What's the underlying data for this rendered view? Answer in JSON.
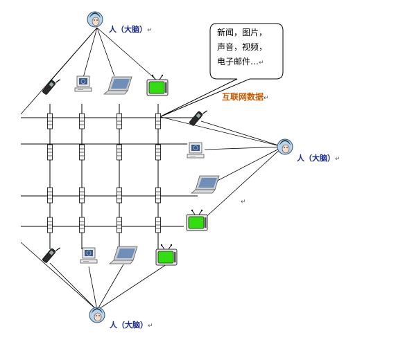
{
  "people": {
    "label": "人（大脑）",
    "return_mark": "↵"
  },
  "bubble": {
    "lines": [
      "新闻，图片，",
      "声音，视频，",
      "电子邮件…"
    ],
    "return_mark": "↵"
  },
  "internet_label": "互联网数据",
  "internet_return_mark": "↵",
  "stray_mark": "↵",
  "colors": {
    "person_label": "#1a2a8c",
    "internet_label": "#c85a00",
    "tv_screen": "#33dd11",
    "lines": "#000000"
  },
  "icons": [
    "person-icon",
    "phone-icon",
    "computer-icon",
    "laptop-icon",
    "tv-icon",
    "switch-icon"
  ]
}
